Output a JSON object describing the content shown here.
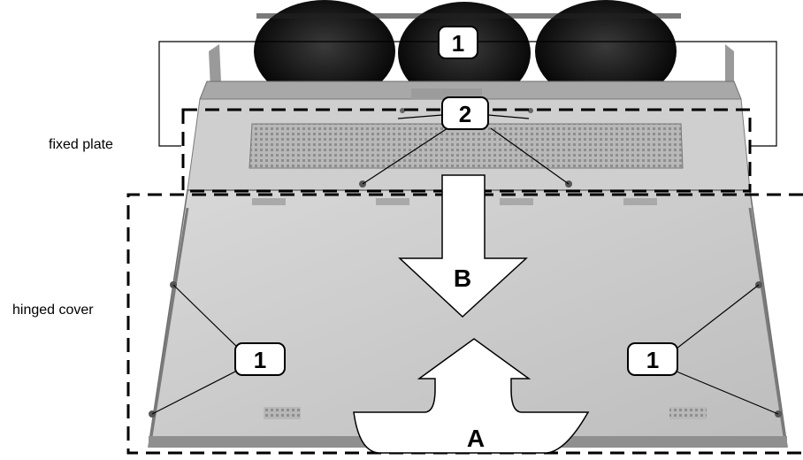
{
  "labels": {
    "fixed_plate": "fixed  plate",
    "hinged_cover": "hinged  cover"
  },
  "callouts": {
    "fans": "1",
    "fixed_plate_screws": "2",
    "left_screw": "1",
    "right_screw": "1"
  },
  "arrows": {
    "down": "B",
    "up": "A"
  }
}
